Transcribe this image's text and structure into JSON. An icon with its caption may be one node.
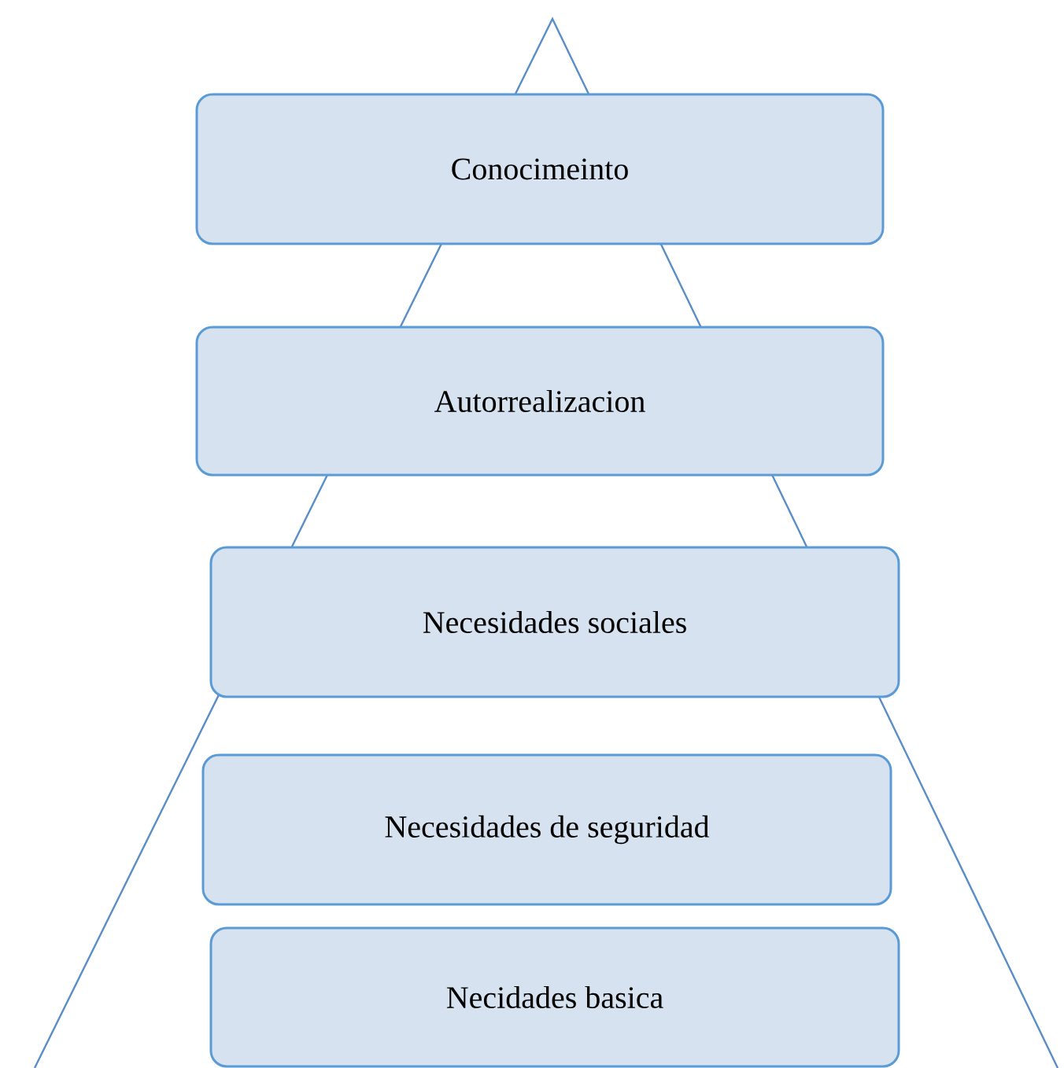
{
  "diagram": {
    "nodes": [
      {
        "text": [
          "Conocimeinto"
        ]
      },
      {
        "text": [
          "Autorrealizacion"
        ]
      },
      {
        "text": [
          "Necesidades sociales"
        ]
      },
      {
        "text": [
          "Necesidades de seguridad"
        ]
      },
      {
        "text": [
          "Necidades basica"
        ]
      }
    ]
  }
}
